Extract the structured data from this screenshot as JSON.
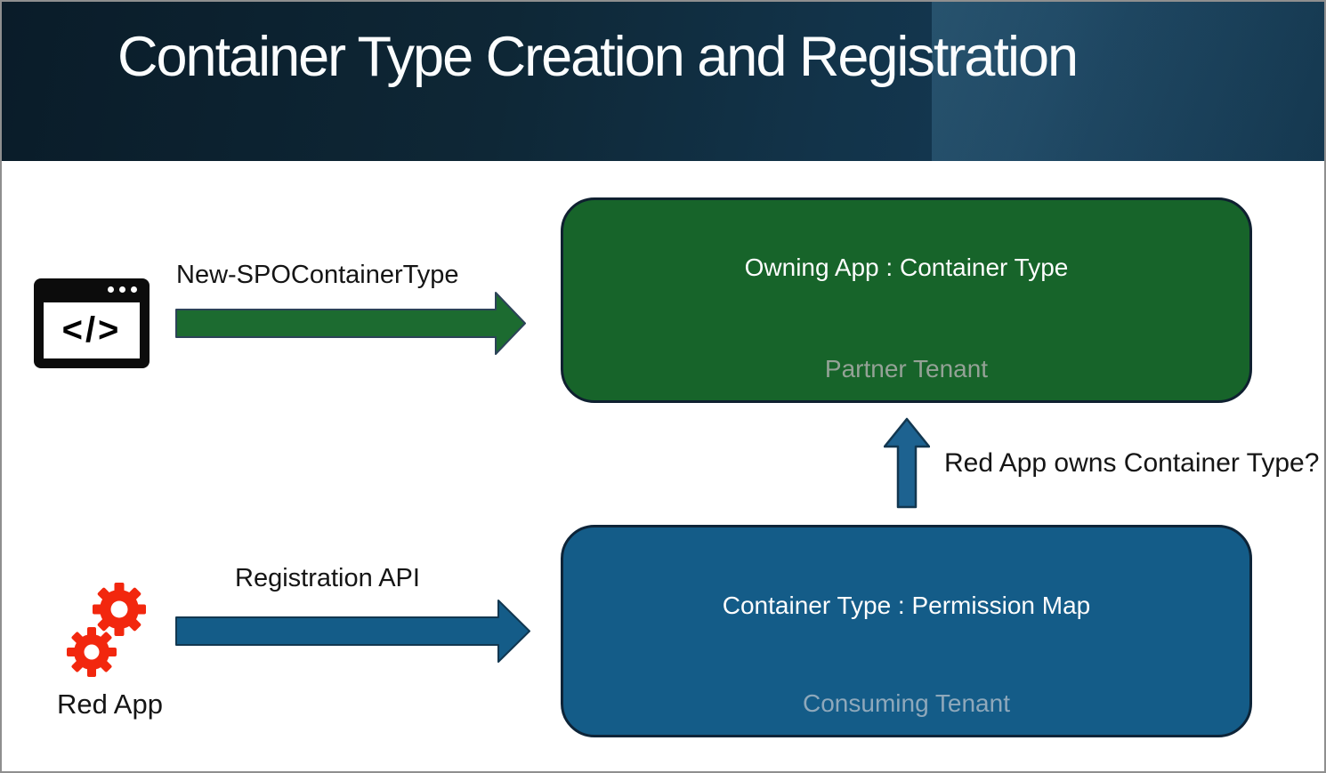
{
  "slide_title": "Container Type Creation and Registration",
  "diagram": {
    "creator_icon": {
      "name": "code-window-icon",
      "glyph": "</>"
    },
    "edges": [
      {
        "id": "create",
        "label": "New-SPOContainerType",
        "direction": "right",
        "color": "#1c6b30"
      },
      {
        "id": "register",
        "label": "Registration API",
        "direction": "right",
        "color": "#145c88"
      },
      {
        "id": "owns",
        "label": "Red App owns Container Type?",
        "direction": "up",
        "color": "#1d6290"
      }
    ],
    "nodes": [
      {
        "id": "owning",
        "title": "Owning App : Container Type",
        "subtitle": "Partner Tenant",
        "color": "#17642a"
      },
      {
        "id": "consuming",
        "title": "Container Type : Permission Map",
        "subtitle": "Consuming Tenant",
        "color": "#145c88"
      }
    ],
    "actor": {
      "label": "Red App",
      "icon": "gears-icon",
      "color": "#f2270e"
    }
  },
  "colors": {
    "header_dark": "#0a1c29",
    "header_mid": "#143852",
    "header_band": "#2e688c",
    "title_text": "#fbfdfe",
    "label_text": "#151515",
    "partner_subtitle": "#94a296",
    "consuming_subtitle": "#8ea8bb",
    "box_border": "#0f2030",
    "frame_border": "#8f8f8f"
  }
}
